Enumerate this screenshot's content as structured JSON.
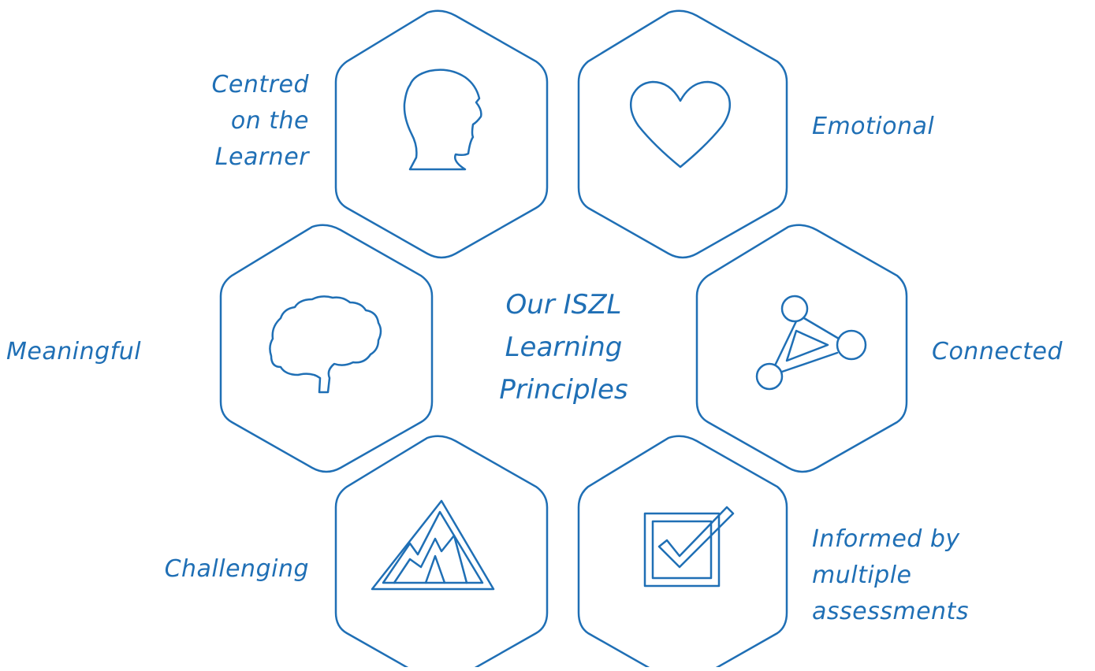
{
  "title_lines": [
    "Our ISZL",
    "Learning",
    "Principles"
  ],
  "principles": {
    "centred": {
      "lines": [
        "Centred",
        "on the",
        "Learner"
      ],
      "icon": "head-silhouette-icon"
    },
    "emotional": {
      "lines": [
        "Emotional"
      ],
      "icon": "heart-icon"
    },
    "meaningful": {
      "lines": [
        "Meaningful"
      ],
      "icon": "brain-icon"
    },
    "connected": {
      "lines": [
        "Connected"
      ],
      "icon": "network-triangle-icon"
    },
    "challenging": {
      "lines": [
        "Challenging"
      ],
      "icon": "mountain-icon"
    },
    "informed": {
      "lines": [
        "Informed by",
        "multiple",
        "assessments"
      ],
      "icon": "checkbox-icon"
    }
  },
  "colors": {
    "accent": "#1f6fb5",
    "background": "#ffffff"
  }
}
